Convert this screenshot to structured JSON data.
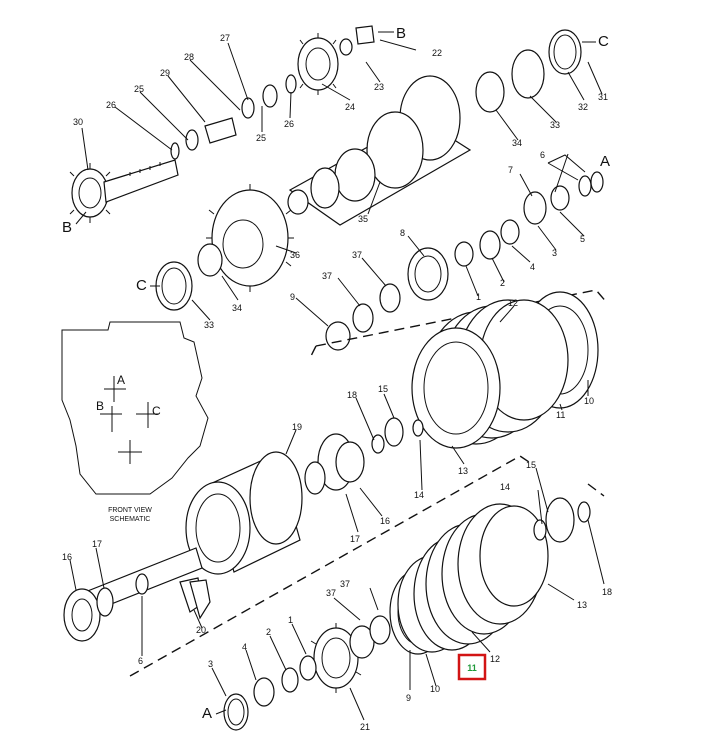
{
  "diagram": {
    "schematic_caption": [
      "FRONT VIEW",
      "SCHEMATIC"
    ],
    "schematic_letters": [
      "A",
      "B",
      "C"
    ],
    "view_markers": [
      "A",
      "A",
      "B",
      "B",
      "C",
      "C"
    ],
    "part_numbers": [
      "1",
      "2",
      "3",
      "4",
      "5",
      "6",
      "7",
      "8",
      "9",
      "10",
      "11",
      "12",
      "13",
      "14",
      "15",
      "16",
      "17",
      "18",
      "19",
      "20",
      "21",
      "22",
      "23",
      "24",
      "25",
      "26",
      "27",
      "28",
      "29",
      "30",
      "31",
      "32",
      "33",
      "34",
      "35",
      "36",
      "37"
    ],
    "callouts": {
      "c1": "27",
      "c2": "28",
      "c3": "29",
      "c4": "25",
      "c5": "26",
      "c6": "30",
      "c7": "25",
      "c8": "26",
      "c9": "24",
      "c10": "23",
      "c11": "22",
      "c12": "32",
      "c13": "31",
      "c14": "33",
      "c15": "34",
      "c16": "35",
      "c17": "36",
      "c18": "34",
      "c19": "33",
      "c20": "6",
      "c21": "7",
      "c22": "5",
      "c23": "3",
      "c24": "4",
      "c25": "2",
      "c26": "1",
      "c27": "8",
      "c28": "37",
      "c29": "37",
      "c30": "9",
      "c31": "12",
      "c32": "11",
      "c33": "10",
      "c34": "13",
      "c35": "14",
      "c36": "15",
      "c37": "18",
      "c38": "19",
      "c39": "16",
      "c40": "17",
      "c41": "15",
      "c42": "14",
      "c43": "18",
      "c44": "13",
      "c45": "12",
      "c46": "10",
      "c47": "9",
      "c48": "37",
      "c49": "37",
      "c50": "1",
      "c51": "2",
      "c52": "4",
      "c53": "3",
      "c54": "21",
      "c55": "20",
      "c56": "16",
      "c57": "17",
      "c58": "6"
    },
    "highlighted_callout": "11"
  }
}
